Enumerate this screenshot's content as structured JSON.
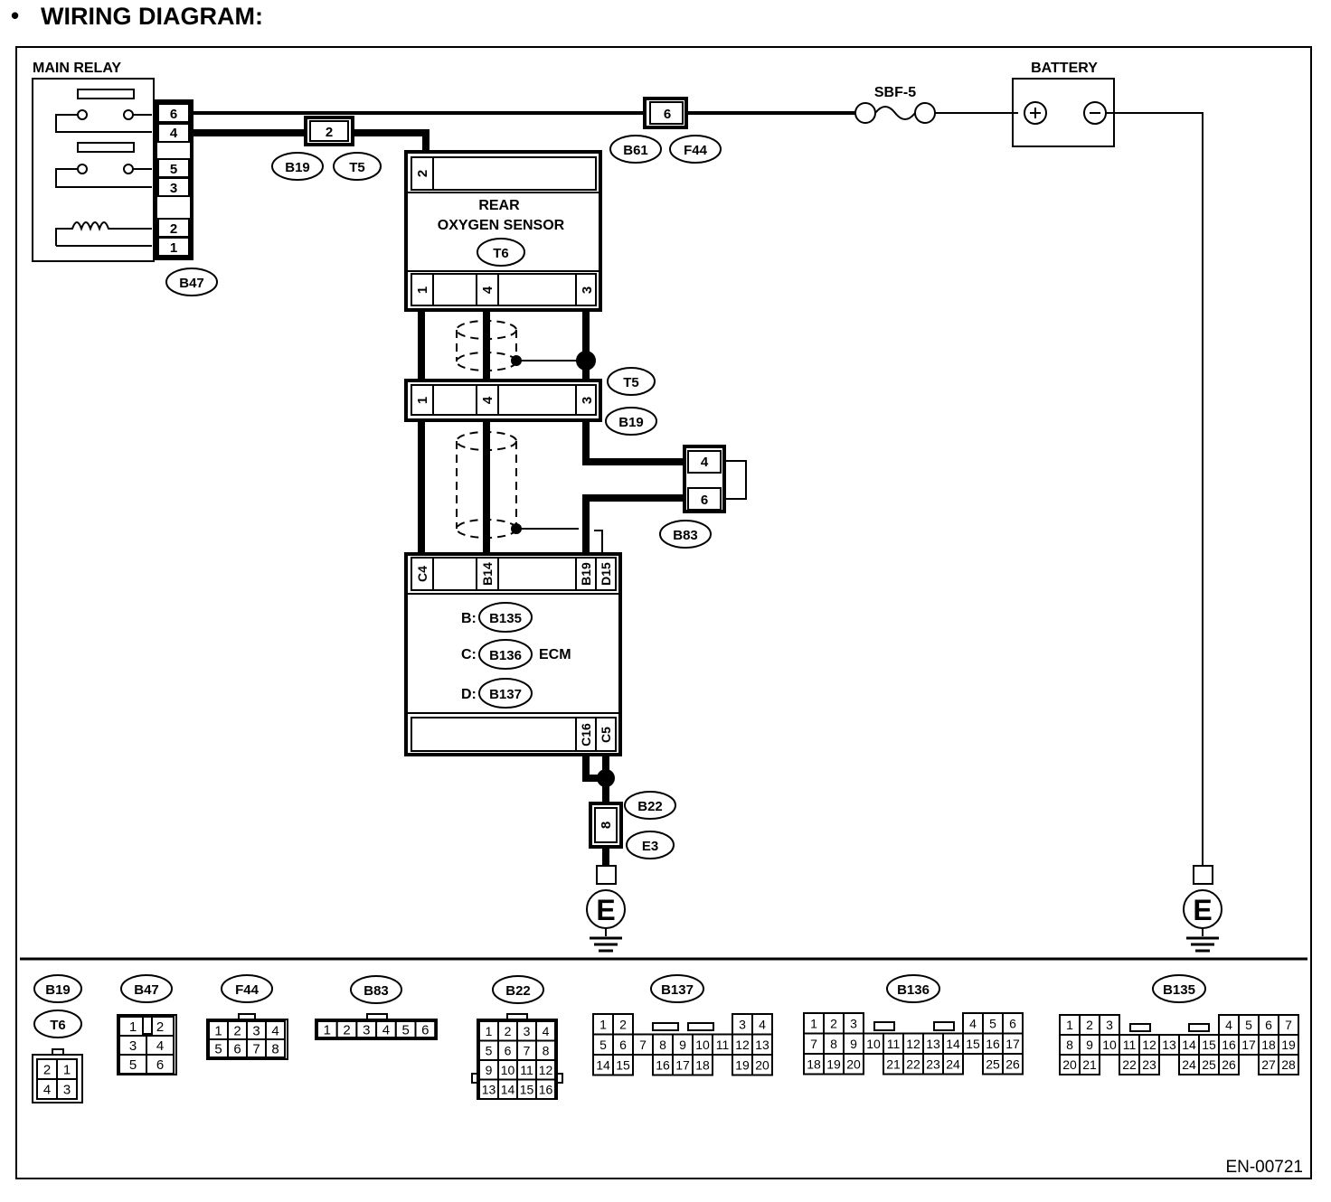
{
  "header": {
    "title": "WIRING DIAGRAM:"
  },
  "components": {
    "main_relay": "MAIN RELAY",
    "battery": "BATTERY",
    "fuse": "SBF-5",
    "rear_oxygen_sensor_line1": "REAR",
    "rear_oxygen_sensor_line2": "OXYGEN SENSOR",
    "ecm": "ECM",
    "ecm_prefix_b": "B:",
    "ecm_prefix_c": "C:",
    "ecm_prefix_d": "D:"
  },
  "connectors": {
    "B47": "B47",
    "B19": "B19",
    "T5": "T5",
    "T6": "T6",
    "B61": "B61",
    "F44": "F44",
    "B83": "B83",
    "B135": "B135",
    "B136": "B136",
    "B137": "B137",
    "B22": "B22",
    "E3": "E3",
    "E": "E"
  },
  "pins": {
    "relay": [
      "6",
      "4",
      "5",
      "3",
      "2",
      "1"
    ],
    "b19_t5_pin": "2",
    "b61_f44_pin": "6",
    "sensor_top": "2",
    "sensor_bottom": [
      "1",
      "4",
      "3"
    ],
    "b19_row": [
      "1",
      "4",
      "3"
    ],
    "b83": [
      "4",
      "6"
    ],
    "ecm_top": [
      "C4",
      "B14",
      "B19",
      "D15"
    ],
    "ecm_bottom": [
      "C16",
      "C5"
    ],
    "b22_pin": "8"
  },
  "legend": {
    "labels": [
      "B19",
      "T6",
      "B47",
      "F44",
      "B83",
      "B22",
      "B137",
      "B136",
      "B135"
    ],
    "t6": [
      [
        "2",
        "1"
      ],
      [
        "4",
        "3"
      ]
    ],
    "b47": [
      [
        "1",
        "2"
      ],
      [
        "3",
        "4"
      ],
      [
        "5",
        "6"
      ]
    ],
    "f44": [
      [
        "1",
        "2",
        "3",
        "4"
      ],
      [
        "5",
        "6",
        "7",
        "8"
      ]
    ],
    "b83": [
      "1",
      "2",
      "3",
      "4",
      "5",
      "6"
    ],
    "b22": [
      [
        "1",
        "2",
        "3",
        "4"
      ],
      [
        "5",
        "6",
        "7",
        "8"
      ],
      [
        "9",
        "10",
        "11",
        "12"
      ],
      [
        "13",
        "14",
        "15",
        "16"
      ]
    ],
    "b137": [
      [
        "1",
        "2",
        "",
        "",
        "",
        "",
        "",
        "3",
        "4"
      ],
      [
        "5",
        "6",
        "7",
        "8",
        "9",
        "10",
        "11",
        "12",
        "13"
      ],
      [
        "14",
        "15",
        "",
        "16",
        "17",
        "18",
        "",
        "19",
        "20"
      ]
    ],
    "b136": [
      [
        "1",
        "2",
        "3",
        "",
        "",
        "",
        "",
        "",
        "4",
        "5",
        "6"
      ],
      [
        "7",
        "8",
        "9",
        "10",
        "11",
        "12",
        "13",
        "14",
        "15",
        "16",
        "17"
      ],
      [
        "18",
        "19",
        "20",
        "",
        "21",
        "22",
        "23",
        "24",
        "",
        "25",
        "26"
      ]
    ],
    "b135": [
      [
        "1",
        "2",
        "3",
        "",
        "",
        "",
        "",
        "",
        "4",
        "5",
        "6",
        "7"
      ],
      [
        "8",
        "9",
        "10",
        "11",
        "12",
        "13",
        "14",
        "15",
        "16",
        "17",
        "18",
        "19"
      ],
      [
        "20",
        "21",
        "",
        "22",
        "23",
        "",
        "24",
        "25",
        "26",
        "",
        "27",
        "28"
      ]
    ]
  },
  "footer": {
    "code": "EN-00721"
  }
}
